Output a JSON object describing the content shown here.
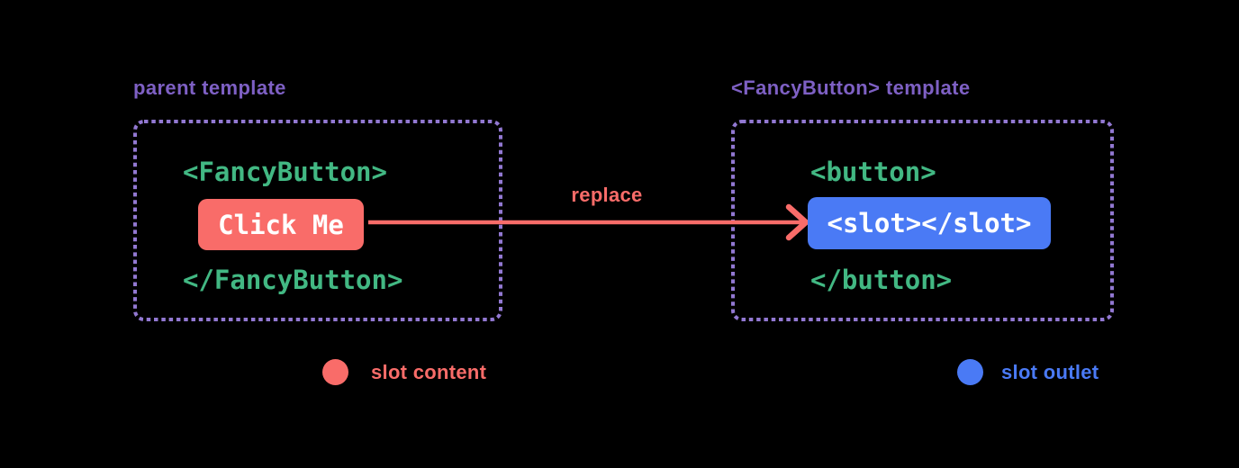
{
  "diagram": {
    "background": "#000000",
    "colors": {
      "title_purple": "#7e60c4",
      "border_purple": "#9278d2",
      "code_green": "#42b883",
      "slot_content_red": "#f96c69",
      "slot_outlet_blue": "#4a7af5",
      "pill_text_white": "#ffffff"
    },
    "parent_panel": {
      "title": "parent template",
      "code_open_tag": "<FancyButton>",
      "slot_content_label": "Click Me",
      "code_close_tag": "</FancyButton>"
    },
    "arrow": {
      "label": "replace"
    },
    "fancy_panel": {
      "title": "<FancyButton> template",
      "code_open_tag": "<button>",
      "slot_outlet_label": "<slot></slot>",
      "code_close_tag": "</button>"
    },
    "legend": [
      {
        "label": "slot content",
        "color": "#f96c69"
      },
      {
        "label": "slot outlet",
        "color": "#4a7af5"
      }
    ]
  }
}
